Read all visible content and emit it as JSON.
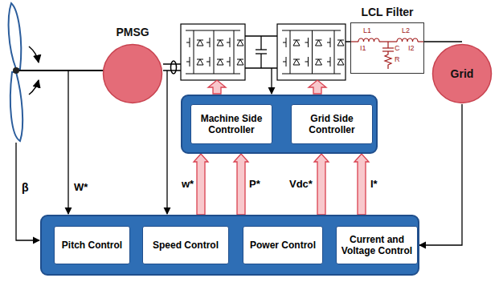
{
  "diagram": {
    "nodes": [
      {
        "text": [
          "PMSG"
        ]
      },
      {
        "text": [
          "LCL Filter"
        ]
      },
      {
        "text": [
          "Grid"
        ]
      },
      {
        "text": []
      },
      {
        "text": [
          "Machine Side Controller"
        ],
        "in": 3
      },
      {
        "text": [
          "Grid Side Controller"
        ],
        "in": 3
      },
      {
        "text": []
      },
      {
        "text": [
          "Pitch Control"
        ],
        "in": 6
      },
      {
        "text": [
          "Speed Control"
        ],
        "in": 6
      },
      {
        "text": [
          "Power Control"
        ],
        "in": 6
      },
      {
        "text": [
          "Current and Voltage Control"
        ],
        "in": 6
      }
    ],
    "edges": [
      {
        "from": 6,
        "to": 3,
        "arrow": "to",
        "label": "w*"
      },
      {
        "from": 6,
        "to": 3,
        "arrow": "to",
        "label": "P*"
      },
      {
        "from": 6,
        "to": 3,
        "arrow": "to",
        "label": "Vdc*"
      },
      {
        "from": 6,
        "to": 3,
        "arrow": "to",
        "label": "I*"
      },
      {
        "from": 1,
        "to": 2,
        "arrow": "none"
      },
      {
        "from": 2,
        "to": 6,
        "arrow": "to"
      }
    ],
    "labels": [
      "L1",
      "I1",
      "C",
      "R",
      "L2",
      "I2",
      "β",
      "W*"
    ]
  }
}
